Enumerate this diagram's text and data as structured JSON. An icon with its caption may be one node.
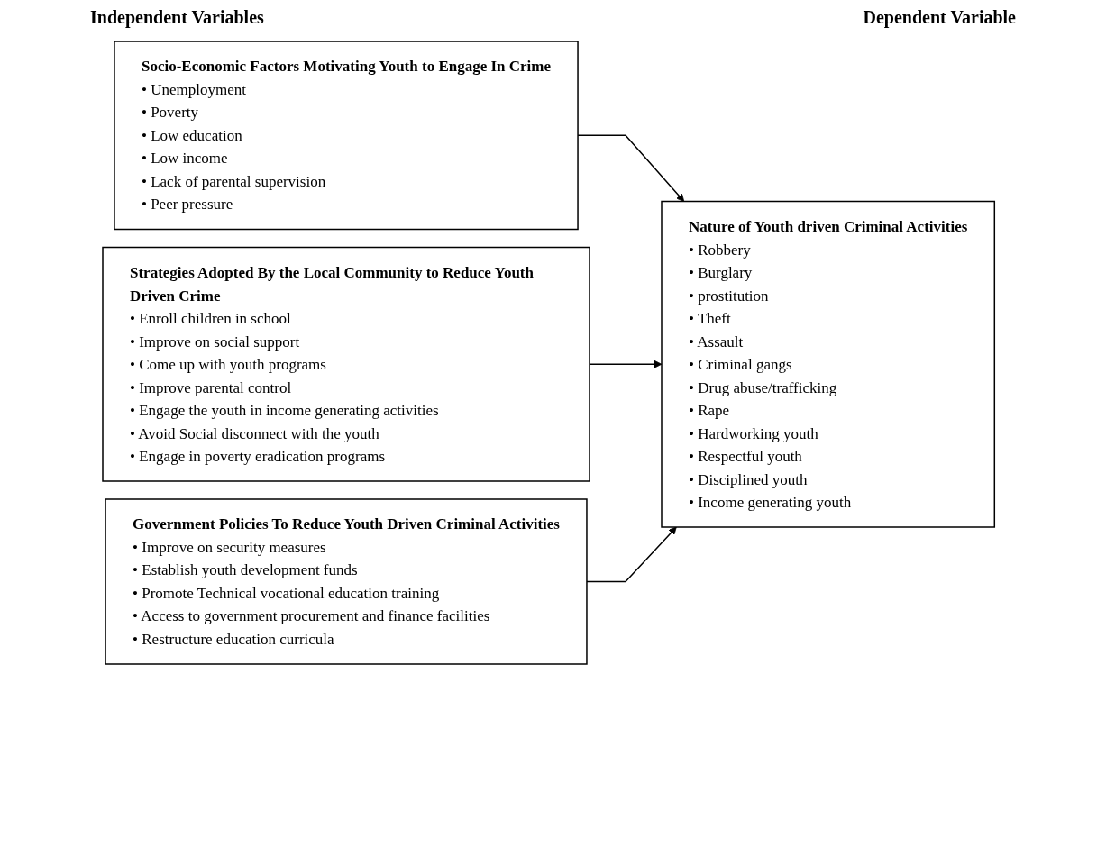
{
  "diagram": {
    "nodes": [
      {
        "text": [
          "Socio-Economic Factors Motivating Youth to Engage In Crime",
          "• Unemployment",
          "• Poverty",
          "• Low education",
          "• Low income",
          "• Lack of parental supervision",
          "• Peer pressure"
        ]
      },
      {
        "text": [
          "Strategies Adopted By the Local Community to Reduce Youth Driven Crime",
          "• Enroll children in school",
          "• Improve on social support",
          "• Come up with youth programs",
          "• Improve parental control",
          "• Engage the youth in income generating activities",
          "• Avoid Social disconnect with the youth",
          "• Engage in poverty eradication programs"
        ]
      },
      {
        "text": [
          "Government Policies To Reduce Youth Driven Criminal Activities",
          "• Improve on security measures",
          "• Establish youth development funds",
          "• Promote Technical vocational education training",
          "• Access to government procurement and finance facilities",
          "• Restructure education curricula"
        ]
      },
      {
        "text": [
          "Nature of Youth driven Criminal Activities",
          "• Robbery",
          "• Burglary",
          "• prostitution",
          "• Theft",
          "• Assault",
          "• Criminal gangs",
          "• Drug abuse/trafficking",
          "• Rape",
          "• Hardworking youth",
          "• Respectful youth",
          "• Disciplined youth",
          "• Income generating youth"
        ]
      }
    ],
    "edges": [
      {
        "from": 0,
        "to": 3,
        "arrow": "to"
      },
      {
        "from": 1,
        "to": 3,
        "arrow": "to"
      },
      {
        "from": 2,
        "to": 3,
        "arrow": "to"
      }
    ],
    "labels": [
      "Independent Variables",
      "Dependent Variable"
    ]
  }
}
